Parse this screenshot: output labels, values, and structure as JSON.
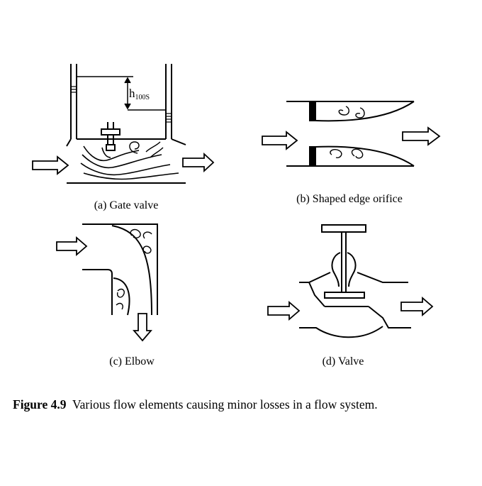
{
  "panels": {
    "a": {
      "label": "(a) Gate valve",
      "head_symbol": "h",
      "head_subscript": "100S"
    },
    "b": {
      "label": "(b) Shaped edge orifice"
    },
    "c": {
      "label": "(c) Elbow"
    },
    "d": {
      "label": "(d) Valve"
    }
  },
  "caption": {
    "figure_number": "Figure 4.9",
    "text": "Various flow elements causing minor losses in a flow system."
  }
}
